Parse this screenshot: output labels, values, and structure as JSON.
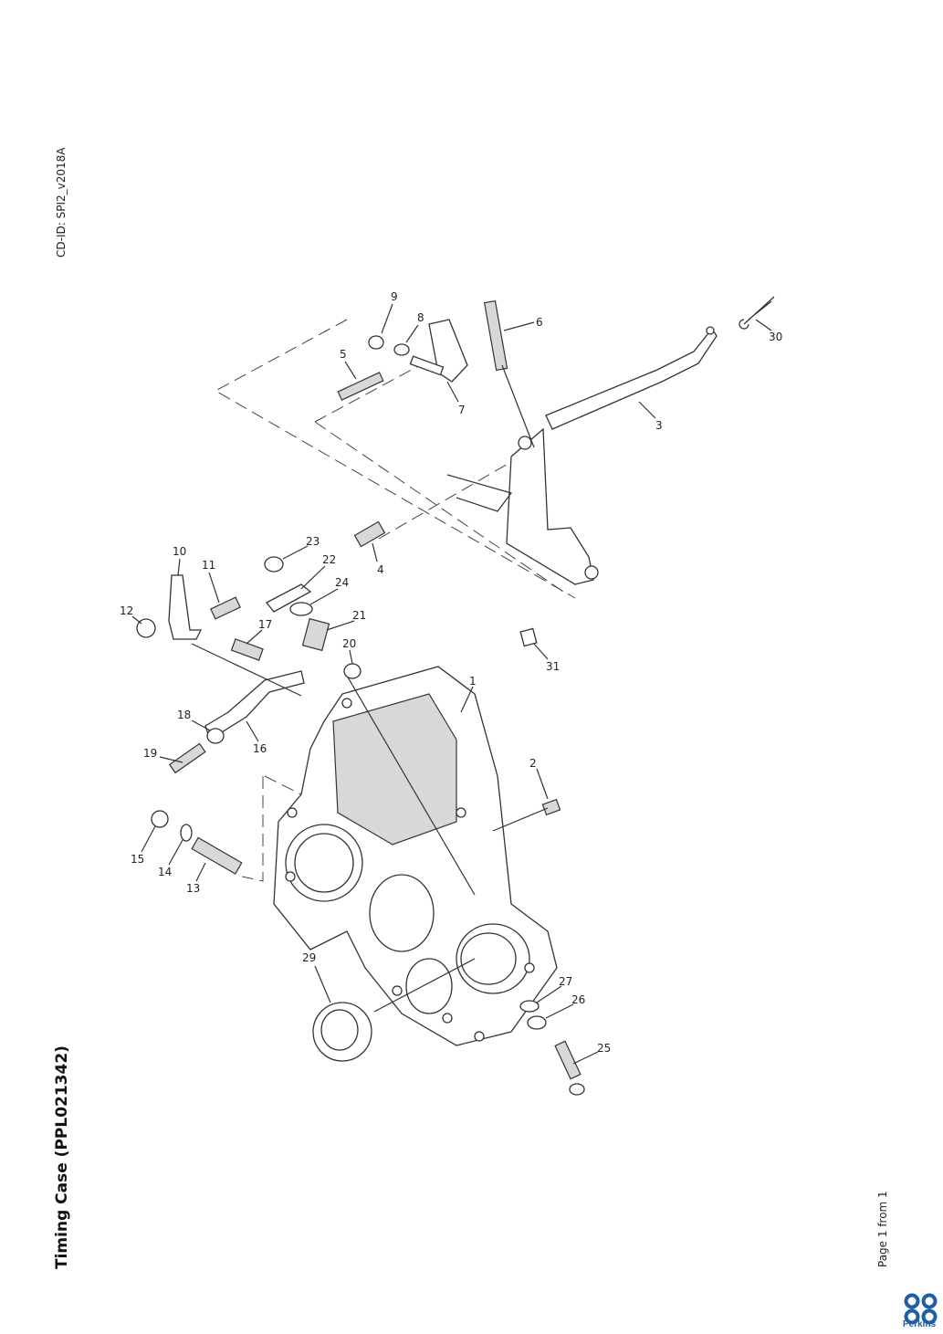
{
  "header": {
    "cd_id": "CD-ID: SPI2_v2018A"
  },
  "document": {
    "title": "Timing Case (PPL021342)",
    "page_info": "Page 1 from 1"
  },
  "brand": {
    "name": "Perkins",
    "color": "#1f5fa6"
  },
  "callouts": [
    "1",
    "2",
    "3",
    "4",
    "5",
    "6",
    "7",
    "8",
    "9",
    "10",
    "11",
    "12",
    "13",
    "14",
    "15",
    "16",
    "17",
    "18",
    "19",
    "20",
    "21",
    "22",
    "23",
    "24",
    "25",
    "26",
    "27",
    "29",
    "30",
    "31"
  ]
}
